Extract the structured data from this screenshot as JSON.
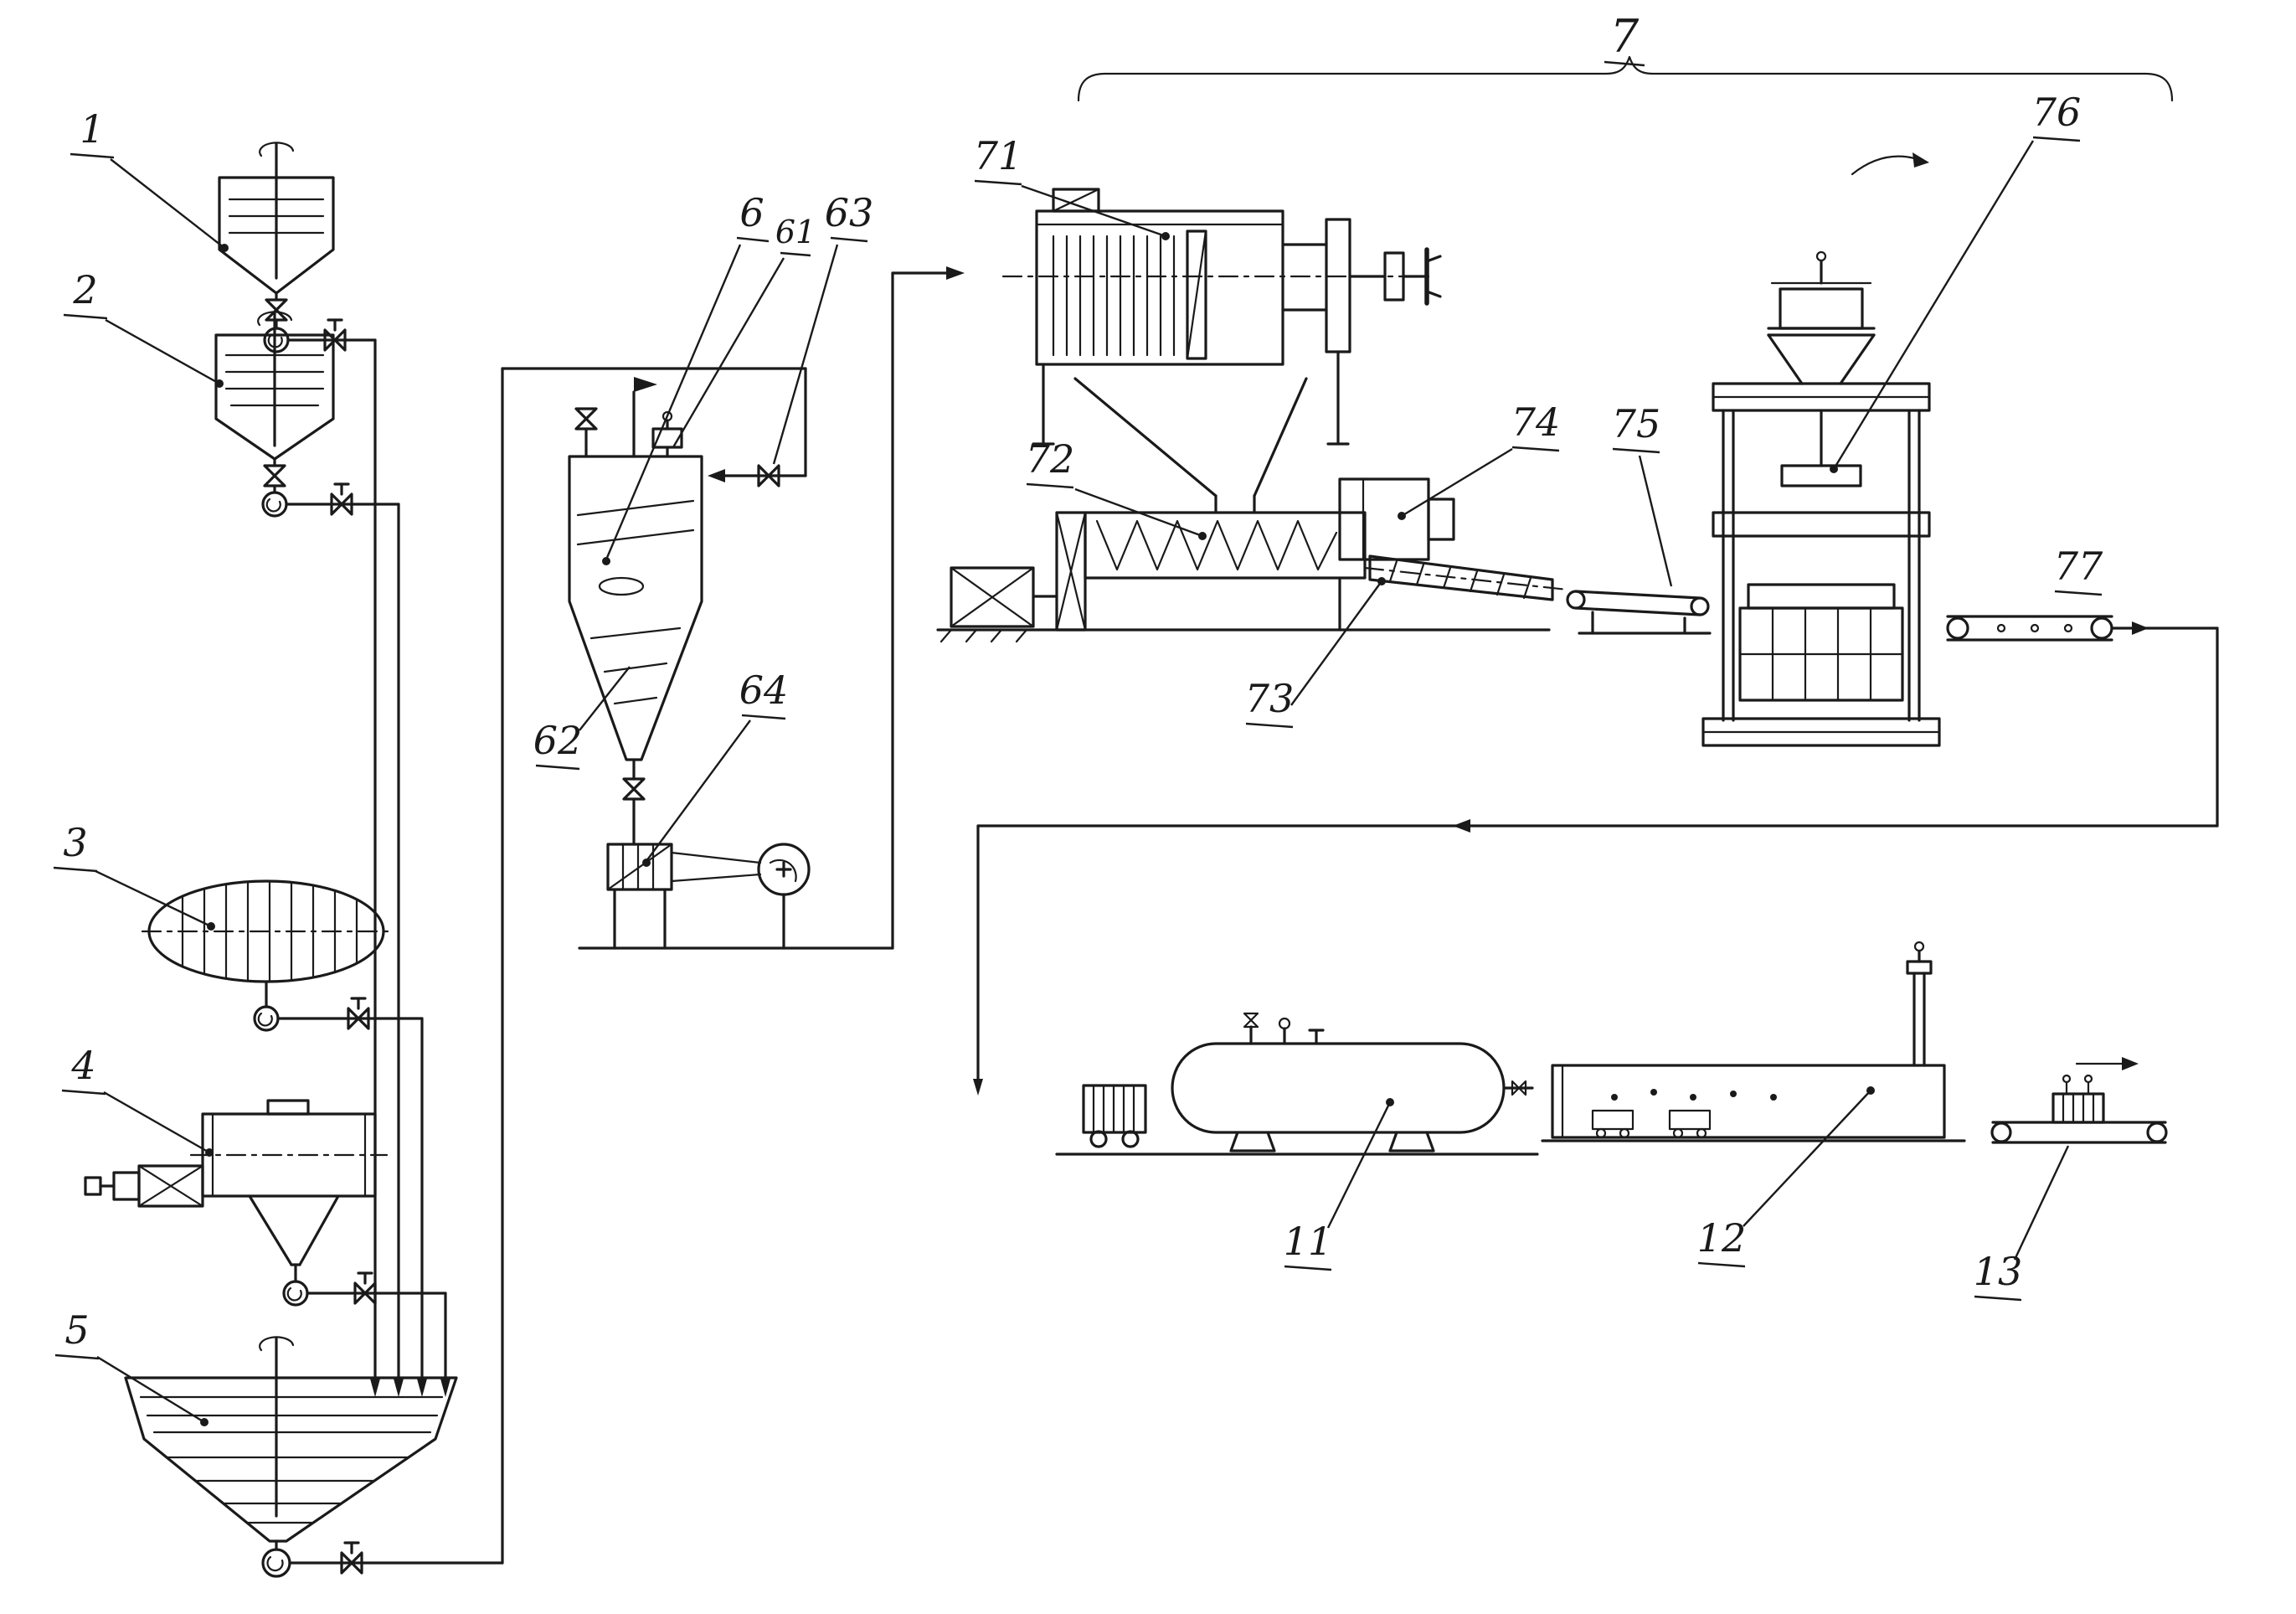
{
  "colors": {
    "ink": "#1a1a1a",
    "background": "#ffffff"
  },
  "labels": {
    "n1": "1",
    "n2": "2",
    "n3": "3",
    "n4": "4",
    "n5": "5",
    "n6": "6",
    "n61": "61",
    "n62": "62",
    "n63": "63",
    "n64": "64",
    "n7": "7",
    "n71": "71",
    "n72": "72",
    "n73": "73",
    "n74": "74",
    "n75": "75",
    "n76": "76",
    "n77": "77",
    "n11": "11",
    "n12": "12",
    "n13": "13"
  }
}
